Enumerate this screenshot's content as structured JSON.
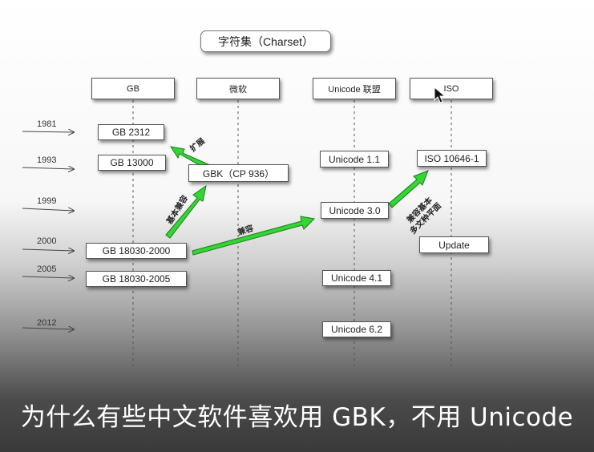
{
  "title": "字符集（Charset）",
  "columns": {
    "gb": "GB",
    "microsoft": "微软",
    "unicode": "Unicode 联盟",
    "iso": "ISO"
  },
  "years": [
    "1981",
    "1993",
    "1999",
    "2000",
    "2005",
    "2012"
  ],
  "boxes": {
    "gb2312": "GB 2312",
    "gb13000": "GB 13000",
    "gbk": "GBK（CP 936）",
    "unicode11": "Unicode 1.1",
    "iso10646": "ISO 10646-1",
    "unicode30": "Unicode 3.0",
    "update": "Update",
    "gb18030_2000": "GB 18030-2000",
    "gb18030_2005": "GB 18030-2005",
    "unicode41": "Unicode 4.1",
    "unicode62": "Unicode 6.2"
  },
  "arrow_labels": {
    "extend": "扩展",
    "basic_compat": "基本兼容",
    "compat": "兼容",
    "compat_multi": "兼容基本",
    "compat_multi_2": "多文种平面"
  },
  "caption": "为什么有些中文软件喜欢用 GBK，不用 Unicode",
  "colors": {
    "arrow_fill": "#33d633",
    "arrow_stroke": "#1e7a1e"
  }
}
